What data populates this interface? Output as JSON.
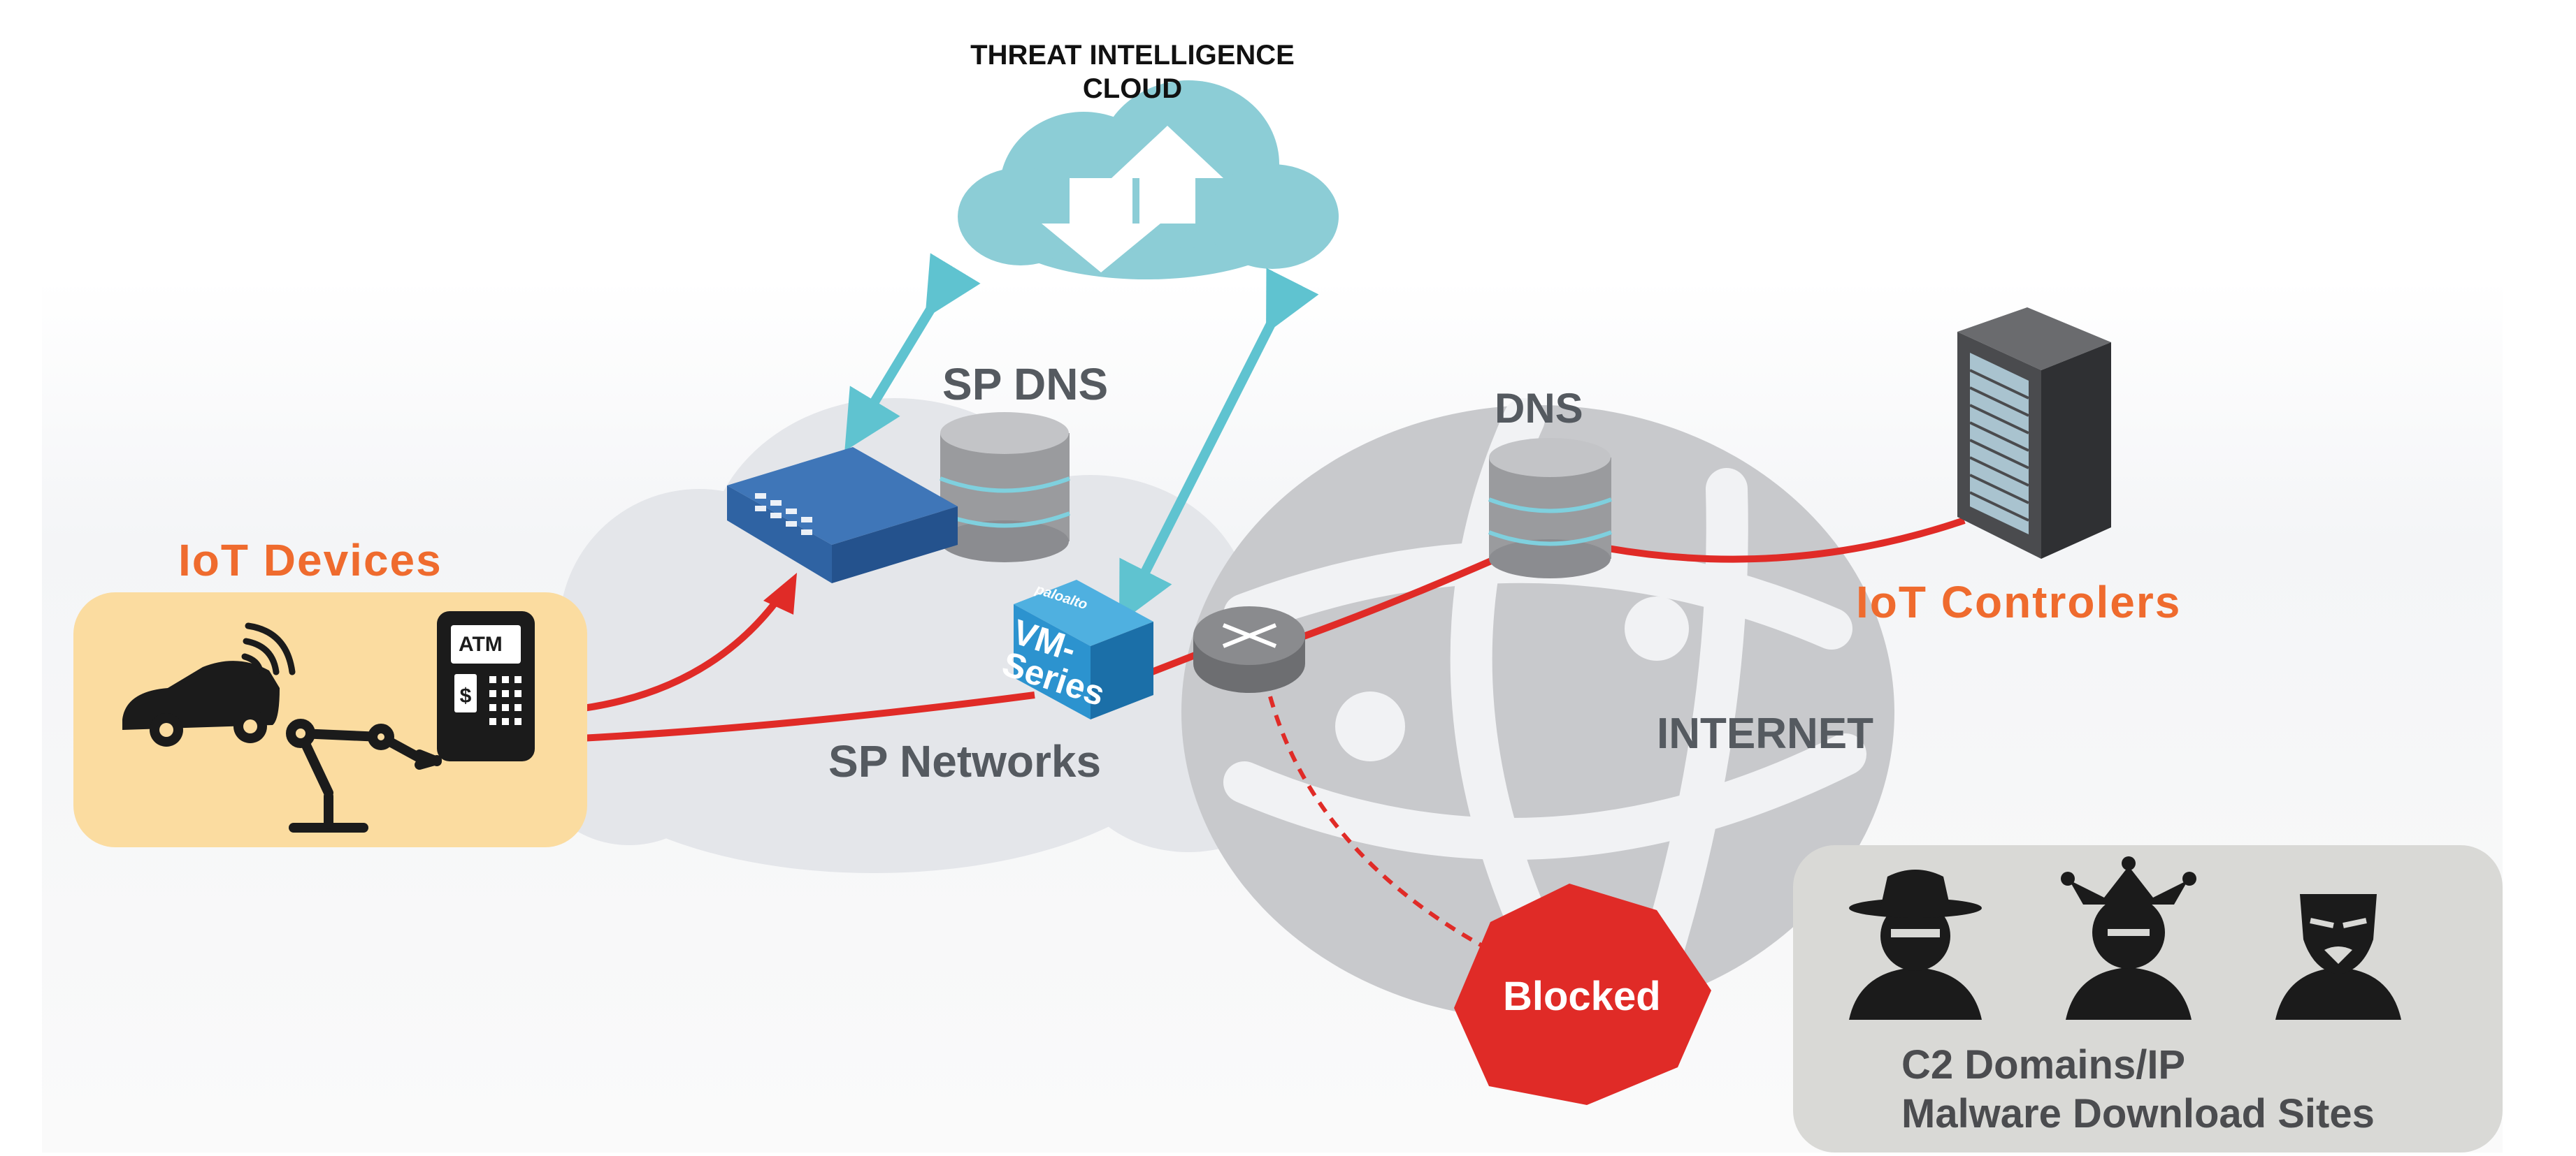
{
  "diagram": {
    "title_line1": "THREAT INTELLIGENCE",
    "title_line2": "CLOUD",
    "sp_dns_label": "SP DNS",
    "dns_label": "DNS",
    "iot_devices_label": "IoT Devices",
    "iot_controllers_label": "IoT Controlers",
    "sp_networks_label": "SP Networks",
    "internet_label": "INTERNET",
    "vm_series_line1": "VM-",
    "vm_series_line2": "Series",
    "vm_brand": "paloalto",
    "atm_label": "ATM",
    "blocked_label": "Blocked",
    "threats_line1": "C2 Domains/IP",
    "threats_line2": "Malware Download Sites"
  },
  "colors": {
    "red_line": "#e02b27",
    "cyan_arrow": "#5fc3d0",
    "orange_text": "#ef6b2e",
    "iot_box": "#fbdca0",
    "blocked": "#e02b27",
    "threat_box": "#d9d9d6"
  }
}
